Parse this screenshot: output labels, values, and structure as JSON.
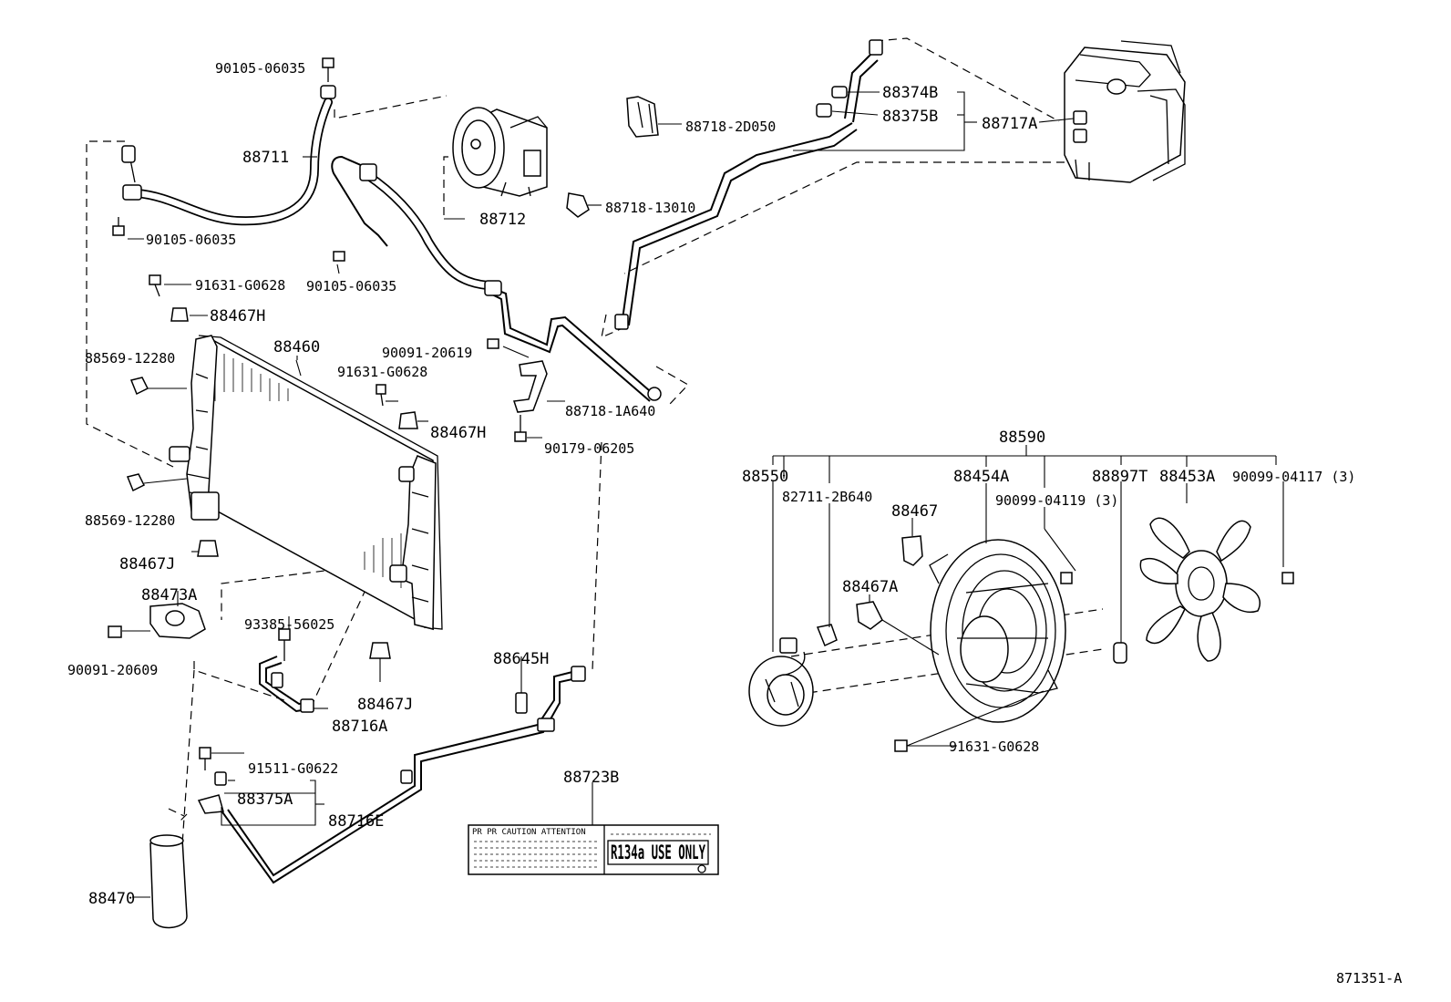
{
  "diagram_id": "871351-A",
  "labels": {
    "p90105_top": "90105-06035",
    "p88711": "88711",
    "p90105_left": "90105-06035",
    "p88712": "88712",
    "p90105_mid": "90105-06035",
    "p91631_top": "91631-G0628",
    "p88467H_top": "88467H",
    "p88460": "88460",
    "p88569_top": "88569-12280",
    "p90091_20619": "90091-20619",
    "p91631_mid": "91631-G0628",
    "p88467H_mid": "88467H",
    "p88718_1A640": "88718-1A640",
    "p90179": "90179-06205",
    "p88569_bot": "88569-12280",
    "p88467J_left": "88467J",
    "p88473A": "88473A",
    "p90091_20609": "90091-20609",
    "p93385": "93385-56025",
    "p88467J_bot": "88467J",
    "p88716A": "88716A",
    "p88645H": "88645H",
    "p91511": "91511-G0622",
    "p88375A": "88375A",
    "p88716E": "88716E",
    "p88470": "88470",
    "p88723B": "88723B",
    "p88718_2D050": "88718-2D050",
    "p88374B": "88374B",
    "p88375B": "88375B",
    "p88717A": "88717A",
    "p88718_13010": "88718-13010",
    "p88590": "88590",
    "p88550": "88550",
    "p82711": "82711-2B640",
    "p88454A": "88454A",
    "p88897T": "88897T",
    "p88453A": "88453A",
    "p90099_04117": "90099-04117 (3)",
    "p88467": "88467",
    "p90099_04119": "90099-04119 (3)",
    "p88467A": "88467A",
    "p91631_bot": "91631-G0628"
  },
  "decal": {
    "header": "PR  PR  CAUTION  ATTENTION",
    "main": "R134a USE ONLY"
  }
}
